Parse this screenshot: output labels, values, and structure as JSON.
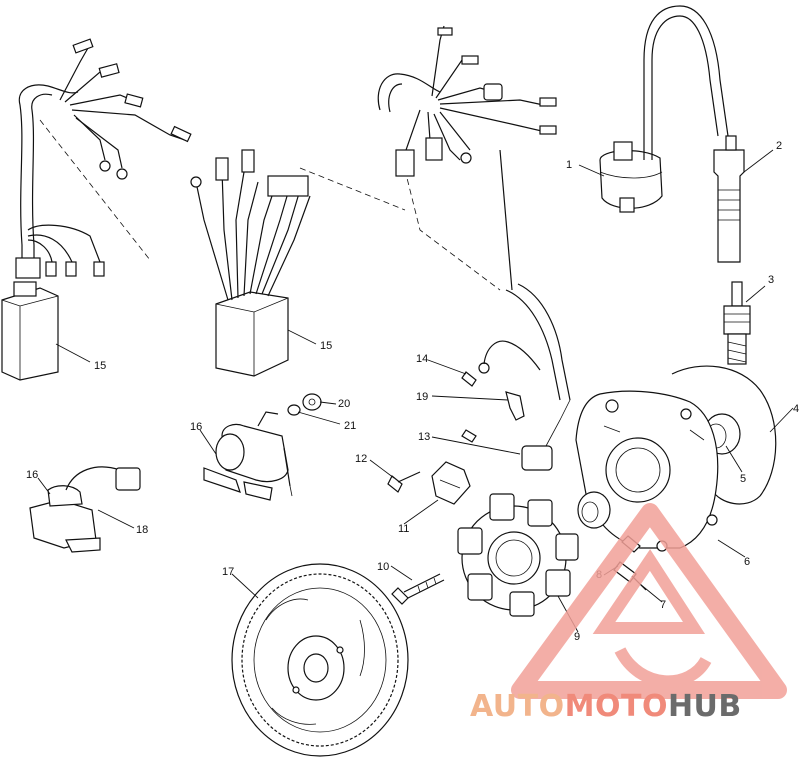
{
  "callouts": [
    "1",
    "2",
    "3",
    "4",
    "5",
    "6",
    "7",
    "8",
    "9",
    "10",
    "11",
    "12",
    "13",
    "14",
    "15",
    "15",
    "16",
    "16",
    "17",
    "18",
    "19",
    "20",
    "21"
  ],
  "watermark": {
    "part1": "AUTO",
    "part2": "MOTO",
    "part3": "HUB",
    "colors": {
      "part1": "#f2b48c",
      "part2": "#f08a7a",
      "part3": "#6b6b6b",
      "logo": "#f2a098"
    }
  }
}
